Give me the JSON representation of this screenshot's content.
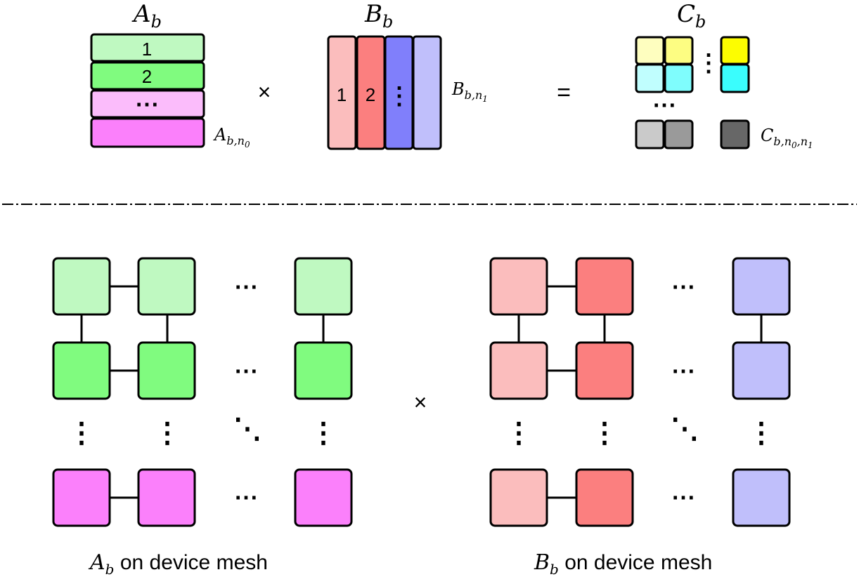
{
  "top": {
    "a_title": {
      "base": "A",
      "sub": "b"
    },
    "b_title": {
      "base": "B",
      "sub": "b"
    },
    "c_title": {
      "base": "C",
      "sub": "b"
    },
    "a_rows": [
      "1",
      "2",
      "⋯",
      ""
    ],
    "b_cols": [
      "1",
      "2",
      "⋮",
      ""
    ],
    "a_last_label": {
      "base": "A",
      "sub": "b,n",
      "subsub": "0"
    },
    "b_last_label": {
      "base": "B",
      "sub": "b,n",
      "subsub": "1"
    },
    "c_last_label": {
      "base": "C",
      "sub": "b,n",
      "subsub0": "0",
      "mid": ",n",
      "subsub1": "1"
    },
    "times_op": "×",
    "equals_op": "=",
    "c_hdots": "⋯",
    "c_vdots": "⋮"
  },
  "bottom": {
    "times_op": "×",
    "hdots": "⋯",
    "vdots": "⋮",
    "ddots": "⋱",
    "a_caption": {
      "base": "A",
      "sub": "b",
      "text": " on device mesh"
    },
    "b_caption": {
      "base": "B",
      "sub": "b",
      "text": " on device mesh"
    }
  },
  "colors": {
    "a_row1": "#bff9c1",
    "a_row2": "#80fb7f",
    "a_row3": "#fbbcfb",
    "a_row4": "#fb80fb",
    "b_col1": "#fbbdbd",
    "b_col2": "#fb7f7f",
    "b_col3": "#807ffb",
    "b_col4": "#c0bffb",
    "c_yellow_light": "#fefebf",
    "c_yellow_mid": "#fdfd82",
    "c_yellow": "#fdfd00",
    "c_cyan_light": "#c0fefe",
    "c_cyan_mid": "#7ffdfd",
    "c_cyan": "#3afdfd",
    "c_gray_light": "#cacaca",
    "c_gray_mid": "#9a9a9a",
    "c_gray_dark": "#676767"
  }
}
